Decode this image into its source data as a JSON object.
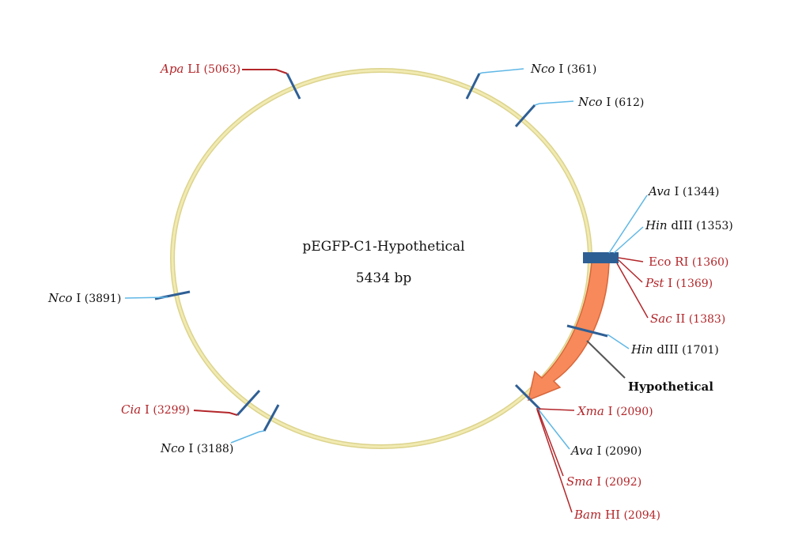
{
  "plasmid": {
    "name": "pEGFP-C1-Hypothetical",
    "size": "5434 bp"
  },
  "colors": {
    "backbone": "#f1eab2",
    "backbone_stroke": "#dcd38c",
    "tick": "#2f5f95",
    "leader_blue": "#5fb7e6",
    "leader_red": "#b3262a",
    "leader_dark": "#555555",
    "gene": "#f7895a",
    "gene_stroke": "#d9663a",
    "mcs_box": "#2e5f94"
  },
  "gene": {
    "label": "Hypothetical"
  },
  "sites": [
    {
      "id": "apa-li-5063",
      "enzyme": "Apa",
      "suffix": "LI",
      "pos": "(5063)",
      "color": "red"
    },
    {
      "id": "nco-i-361",
      "enzyme": "Nco",
      "suffix": "I",
      "pos": "(361)",
      "color": "black"
    },
    {
      "id": "nco-i-612",
      "enzyme": "Nco",
      "suffix": "I",
      "pos": "(612)",
      "color": "black"
    },
    {
      "id": "ava-i-1344",
      "enzyme": "Ava",
      "suffix": "I",
      "pos": "(1344)",
      "color": "black"
    },
    {
      "id": "hindiii-1353",
      "enzyme": "Hin",
      "suffix": "dIII",
      "pos": "(1353)",
      "color": "black"
    },
    {
      "id": "eco-ri-1360",
      "enzyme": "",
      "suffix": "Eco RI",
      "pos": "(1360)",
      "color": "red"
    },
    {
      "id": "pst-i-1369",
      "enzyme": "Pst",
      "suffix": "I",
      "pos": "(1369)",
      "color": "red"
    },
    {
      "id": "sac-ii-1383",
      "enzyme": "Sac",
      "suffix": "II",
      "pos": "(1383)",
      "color": "red"
    },
    {
      "id": "hindiii-1701",
      "enzyme": "Hin",
      "suffix": "dIII",
      "pos": "(1701)",
      "color": "black"
    },
    {
      "id": "xma-i-2090",
      "enzyme": "Xma",
      "suffix": "I",
      "pos": "(2090)",
      "color": "red"
    },
    {
      "id": "ava-i-2090",
      "enzyme": "Ava",
      "suffix": "I",
      "pos": "(2090)",
      "color": "black"
    },
    {
      "id": "sma-i-2092",
      "enzyme": "Sma",
      "suffix": "I",
      "pos": "(2092)",
      "color": "red"
    },
    {
      "id": "bam-hi-2094",
      "enzyme": "Bam",
      "suffix": "HI",
      "pos": "(2094)",
      "color": "red"
    },
    {
      "id": "nco-i-3891",
      "enzyme": "Nco",
      "suffix": "I",
      "pos": "(3891)",
      "color": "black"
    },
    {
      "id": "cia-i-3299",
      "enzyme": "Cia",
      "suffix": "I",
      "pos": "(3299)",
      "color": "red"
    },
    {
      "id": "nco-i-3188",
      "enzyme": "Nco",
      "suffix": "I",
      "pos": "(3188)",
      "color": "black"
    }
  ]
}
